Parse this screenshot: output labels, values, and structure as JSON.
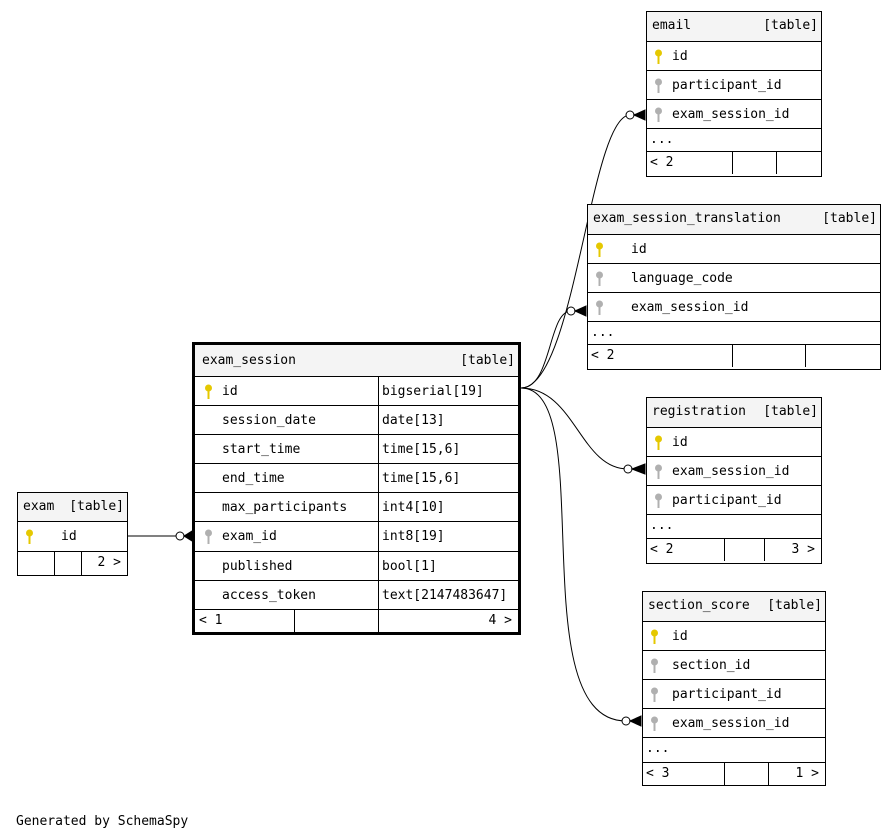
{
  "tables": {
    "email": {
      "name": "email",
      "type": "[table]",
      "columns": [
        {
          "name": "id",
          "key": "primary"
        },
        {
          "name": "participant_id",
          "key": "foreign"
        },
        {
          "name": "exam_session_id",
          "key": "foreign"
        }
      ],
      "more": "...",
      "parents": "< 2",
      "children": ""
    },
    "exam_session_translation": {
      "name": "exam_session_translation",
      "type": "[table]",
      "columns": [
        {
          "name": "id",
          "key": "primary"
        },
        {
          "name": "language_code",
          "key": "foreign"
        },
        {
          "name": "exam_session_id",
          "key": "foreign"
        }
      ],
      "more": "...",
      "parents": "< 2",
      "children": ""
    },
    "exam_session": {
      "name": "exam_session",
      "type": "[table]",
      "columns": [
        {
          "name": "id",
          "type": "bigserial[19]",
          "key": "primary"
        },
        {
          "name": "session_date",
          "type": "date[13]",
          "key": "none"
        },
        {
          "name": "start_time",
          "type": "time[15,6]",
          "key": "none"
        },
        {
          "name": "end_time",
          "type": "time[15,6]",
          "key": "none"
        },
        {
          "name": "max_participants",
          "type": "int4[10]",
          "key": "none"
        },
        {
          "name": "exam_id",
          "type": "int8[19]",
          "key": "foreign"
        },
        {
          "name": "published",
          "type": "bool[1]",
          "key": "none"
        },
        {
          "name": "access_token",
          "type": "text[2147483647]",
          "key": "none"
        }
      ],
      "parents": "< 1",
      "children": "4 >"
    },
    "registration": {
      "name": "registration",
      "type": "[table]",
      "columns": [
        {
          "name": "id",
          "key": "primary"
        },
        {
          "name": "exam_session_id",
          "key": "foreign"
        },
        {
          "name": "participant_id",
          "key": "foreign"
        }
      ],
      "more": "...",
      "parents": "< 2",
      "children": "3 >"
    },
    "exam": {
      "name": "exam",
      "type": "[table]",
      "columns": [
        {
          "name": "id",
          "key": "primary"
        }
      ],
      "parents": "",
      "children": "2 >"
    },
    "section_score": {
      "name": "section_score",
      "type": "[table]",
      "columns": [
        {
          "name": "id",
          "key": "primary"
        },
        {
          "name": "section_id",
          "key": "foreign"
        },
        {
          "name": "participant_id",
          "key": "foreign"
        },
        {
          "name": "exam_session_id",
          "key": "foreign"
        }
      ],
      "more": "...",
      "parents": "< 3",
      "children": "1 >"
    }
  },
  "relationships": [
    {
      "from": "email.exam_session_id",
      "to": "exam_session.id"
    },
    {
      "from": "exam_session_translation.exam_session_id",
      "to": "exam_session.id"
    },
    {
      "from": "registration.exam_session_id",
      "to": "exam_session.id"
    },
    {
      "from": "section_score.exam_session_id",
      "to": "exam_session.id"
    },
    {
      "from": "exam_session.exam_id",
      "to": "exam.id"
    }
  ],
  "footer": "Generated by SchemaSpy",
  "colors": {
    "primary_key": "#e5c800",
    "foreign_key": "#b0b0b0",
    "header_bg": "#f4f4f4"
  }
}
